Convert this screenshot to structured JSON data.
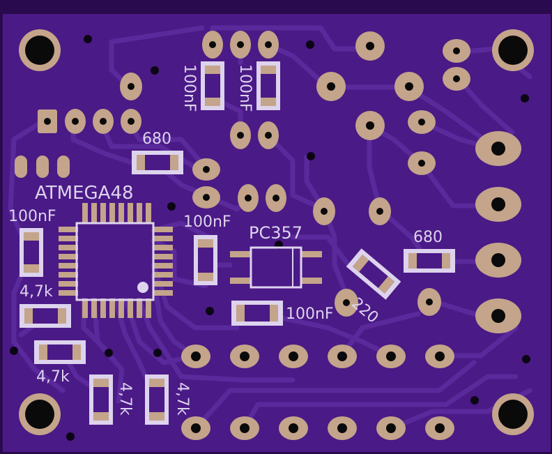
{
  "colors": {
    "board": "#4a1a86",
    "edge": "#2a0a4e",
    "trace": "#5a2a9c",
    "pad": "#c4a48a",
    "hole": "#0a0a0a",
    "silk": "#ddd3ee",
    "via": "#0c0614"
  },
  "labels": {
    "mcu": "ATMEGA48",
    "c_top_left": "100nF",
    "c_top_right": "100nF",
    "c_left": "100nF",
    "c_mid": "100nF",
    "c_bottom": "100nF",
    "r_680_top": "680",
    "r_680_right": "680",
    "r_47k_a": "4,7k",
    "r_47k_b": "4,7k",
    "r_47k_c": "4,7k",
    "r_47k_d": "4,7k",
    "r_220": "220",
    "opto": "PC357"
  }
}
